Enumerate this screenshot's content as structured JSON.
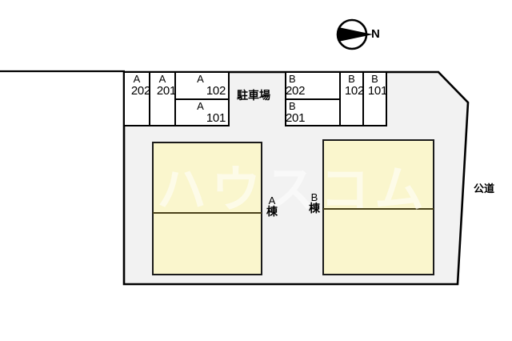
{
  "figure": {
    "kind": "site-layout-plan",
    "watermark": "ハウスコム",
    "compass_label": "N",
    "road_label": "公道",
    "parking_label": "駐車場"
  },
  "colors": {
    "site_fill": "#f2f2f2",
    "building_fill": "#faf6cd",
    "stall_fill": "#ffffff",
    "line": "#000000",
    "page_bg": "#ffffff"
  },
  "parking": {
    "left_block": {
      "stalls": [
        {
          "unit": "A",
          "number": "202"
        },
        {
          "unit": "A",
          "number": "201"
        },
        {
          "unit": "A",
          "number": "102"
        },
        {
          "unit": "A",
          "number": "101"
        }
      ]
    },
    "right_block": {
      "stalls": [
        {
          "unit": "B",
          "number": "202"
        },
        {
          "unit": "B",
          "number": "201"
        },
        {
          "unit": "B",
          "number": "102"
        },
        {
          "unit": "B",
          "number": "101"
        }
      ]
    }
  },
  "buildings": [
    {
      "name": "A",
      "suffix": "棟",
      "floors": 2
    },
    {
      "name": "B",
      "suffix": "棟",
      "floors": 2
    }
  ]
}
